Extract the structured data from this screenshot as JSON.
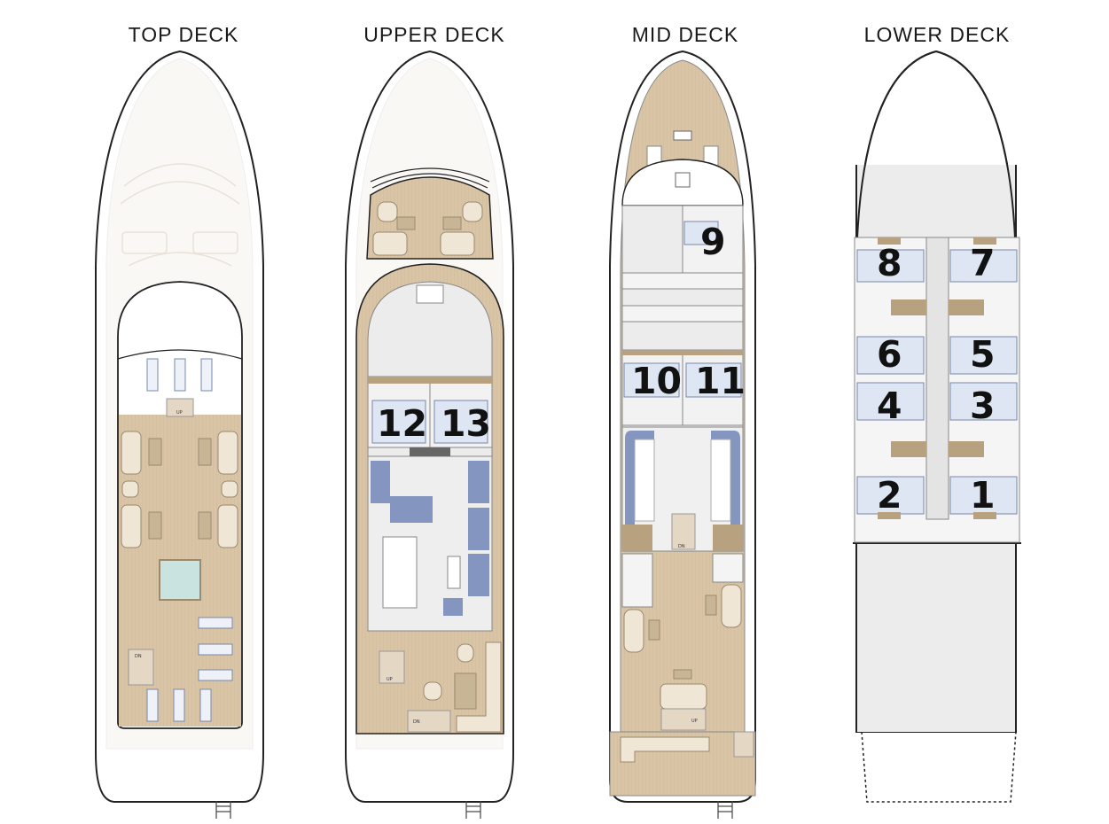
{
  "decks": [
    {
      "id": "top",
      "title": "TOP DECK",
      "cabins": []
    },
    {
      "id": "upper",
      "title": "UPPER DECK",
      "cabins": [
        "12",
        "13"
      ]
    },
    {
      "id": "mid",
      "title": "MID DECK",
      "cabins": [
        "9",
        "10",
        "11"
      ]
    },
    {
      "id": "lower",
      "title": "LOWER DECK",
      "cabins": [
        "8",
        "7",
        "6",
        "5",
        "4",
        "3",
        "2",
        "1"
      ]
    }
  ],
  "stair_labels": {
    "up": "UP",
    "down": "DN"
  },
  "colors": {
    "teak": "#d9c4a6",
    "hull_outline": "#222222",
    "interior": "#ececec",
    "bed": "#dde6f2",
    "sofa": "#8496c0"
  }
}
